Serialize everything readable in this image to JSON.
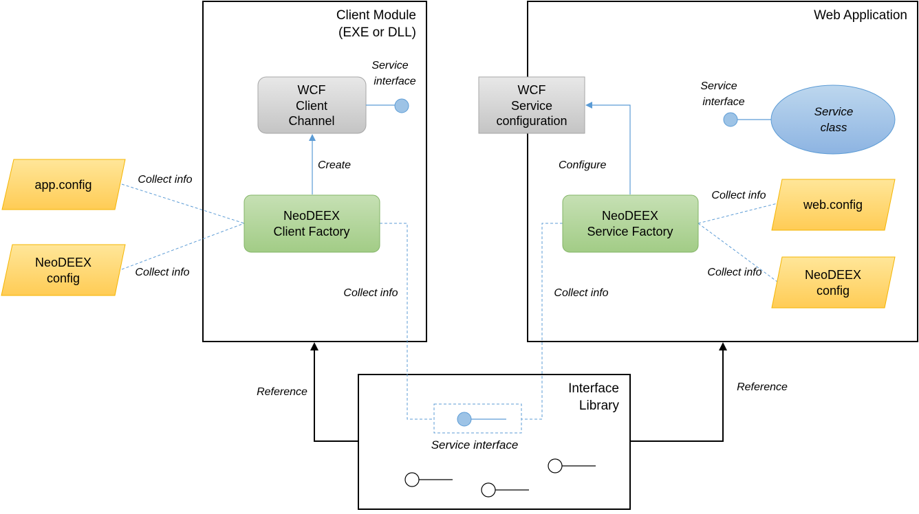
{
  "containers": {
    "client_module": {
      "title_line1": "Client Module",
      "title_line2": "(EXE or DLL)"
    },
    "web_application": {
      "title": "Web Application"
    },
    "interface_library": {
      "title_line1": "Interface",
      "title_line2": "Library"
    }
  },
  "nodes": {
    "wcf_client_channel": {
      "line1": "WCF",
      "line2": "Client",
      "line3": "Channel"
    },
    "neodeex_client_factory": {
      "line1": "NeoDEEX",
      "line2": "Client Factory"
    },
    "wcf_service_configuration": {
      "line1": "WCF",
      "line2": "Service",
      "line3": "configuration"
    },
    "neodeex_service_factory": {
      "line1": "NeoDEEX",
      "line2": "Service Factory"
    },
    "service_class": {
      "line1": "Service",
      "line2": "class"
    },
    "app_config": {
      "label": "app.config"
    },
    "neodeex_config_left": {
      "line1": "NeoDEEX",
      "line2": "config"
    },
    "web_config": {
      "label": "web.config"
    },
    "neodeex_config_right": {
      "line1": "NeoDEEX",
      "line2": "config"
    }
  },
  "labels": {
    "service_interface_client_l1": "Service",
    "service_interface_client_l2": "interface",
    "service_interface_web_l1": "Service",
    "service_interface_web_l2": "interface",
    "service_interface_library": "Service interface",
    "create": "Create",
    "configure": "Configure",
    "collect_info_app_config": "Collect info",
    "collect_info_neodeex_left": "Collect info",
    "collect_info_client_factory": "Collect info",
    "collect_info_service_factory": "Collect info",
    "collect_info_web_config": "Collect info",
    "collect_info_neodeex_right": "Collect info",
    "reference_left": "Reference",
    "reference_right": "Reference"
  },
  "colors": {
    "gray_box": "#d0d0d0",
    "green_box": "#a9d08e",
    "orange_doc": "#ffd966",
    "blue_ellipse": "#9dc3e6",
    "connector_blue": "#5b9bd5"
  }
}
